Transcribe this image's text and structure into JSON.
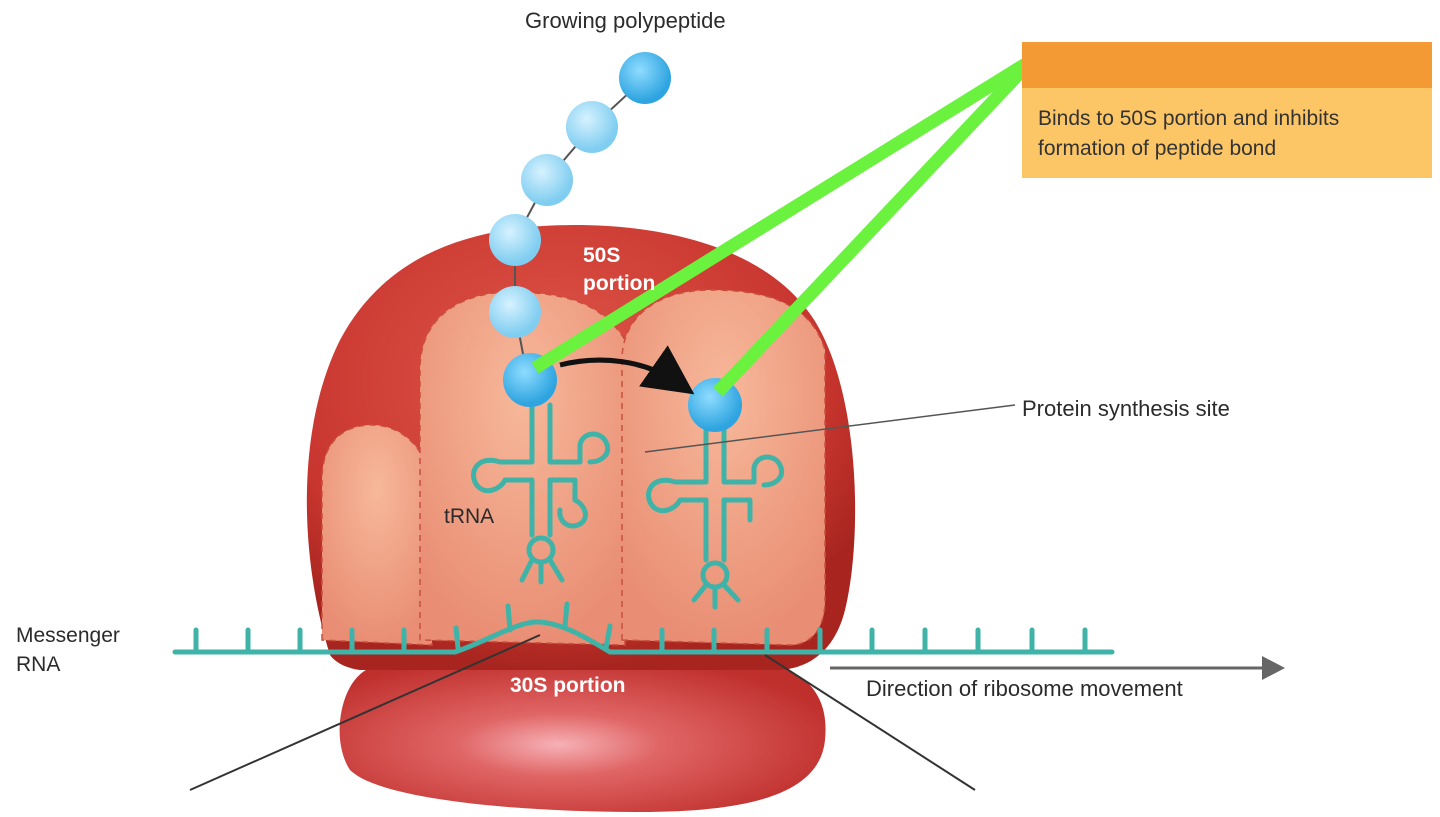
{
  "labels": {
    "growing_polypeptide": "Growing polypeptide",
    "fifty_s": "50S",
    "portion": "portion",
    "protein_synthesis_site": "Protein synthesis site",
    "trna": "tRNA",
    "messenger_rna_line1": "Messenger",
    "messenger_rna_line2": "RNA",
    "thirty_s_portion": "30S portion",
    "direction": "Direction of ribosome movement"
  },
  "callout": {
    "text": "Binds to 50S portion and inhibits formation of peptide bond"
  },
  "colors": {
    "ribosome_large": "#c8362f",
    "ribosome_inner": "#eea184",
    "ribosome_small": "#c73a35",
    "trna": "#3fb3a8",
    "amino_acid": "#5cc0ec",
    "pointer": "#6af23f",
    "callout_header": "#f39a35",
    "callout_body": "#fcc667"
  }
}
